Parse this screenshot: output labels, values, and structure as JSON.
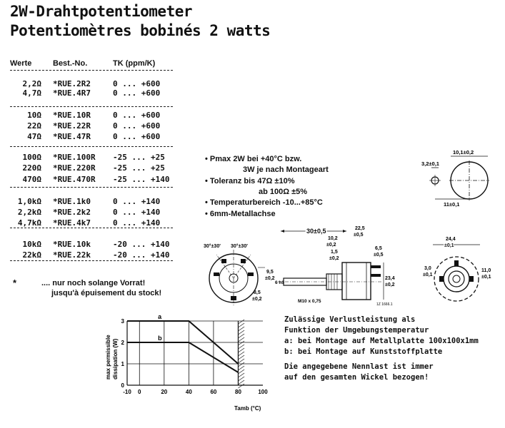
{
  "title": {
    "line1": "2W-Drahtpotentiometer",
    "line2": "Potentiomètres bobinés 2 watts"
  },
  "table": {
    "headers": {
      "value": "Werte",
      "order_no": "Best.-No.",
      "tk": "TK (ppm/K)"
    },
    "groups": [
      [
        {
          "value": "2,2Ω",
          "order_no": "*RUE.2R2",
          "tk": "0 ... +600"
        },
        {
          "value": "4,7Ω",
          "order_no": "*RUE.4R7",
          "tk": "0 ... +600"
        }
      ],
      [
        {
          "value": "10Ω",
          "order_no": "*RUE.10R",
          "tk": "0 ... +600"
        },
        {
          "value": "22Ω",
          "order_no": "*RUE.22R",
          "tk": "0 ... +600"
        },
        {
          "value": "47Ω",
          "order_no": "*RUE.47R",
          "tk": "0 ... +600"
        }
      ],
      [
        {
          "value": "100Ω",
          "order_no": "*RUE.100R",
          "tk": "-25 ... +25"
        },
        {
          "value": "220Ω",
          "order_no": "*RUE.220R",
          "tk": "-25 ... +25"
        },
        {
          "value": "470Ω",
          "order_no": "*RUE.470R",
          "tk": "-25 ... +140"
        }
      ],
      [
        {
          "value": "1,0kΩ",
          "order_no": "*RUE.1k0",
          "tk": "0 ... +140"
        },
        {
          "value": "2,2kΩ",
          "order_no": "*RUE.2k2",
          "tk": "0 ... +140"
        },
        {
          "value": "4,7kΩ",
          "order_no": "*RUE.4k7",
          "tk": "0 ... +140"
        }
      ],
      [
        {
          "value": "10kΩ",
          "order_no": "*RUE.10k",
          "tk": "-20 ... +140"
        },
        {
          "value": "22kΩ",
          "order_no": "*RUE.22k",
          "tk": "-20 ... +140"
        }
      ]
    ]
  },
  "stock_note": {
    "star": "*",
    "line1": ".... nur noch solange Vorrat!",
    "line2": "jusqu'à épuisement du stock!"
  },
  "specs": [
    "• Pmax 2W bei +40°C bzw.",
    "3W je nach Montageart",
    "• Toleranz bis 47Ω ±10%",
    "ab 100Ω ±5%",
    "• Temperaturbereich -10...+85°C",
    "• 6mm-Metallachse"
  ],
  "dimensions": {
    "d_3_2": "3,2±0,1",
    "d_10_1": "10,1±0,2",
    "d_11": "11±0,1",
    "a_30_left": "30°±30'",
    "a_30_right": "30°±30'",
    "d_9_5": "9,5",
    "d_9_5_tol": "±0,2",
    "d_8_5": "8,5",
    "d_8_5_tol": "±0,2",
    "d_30": "30±0,5",
    "d_22_5": "22,5",
    "d_22_5_tol": "±0,5",
    "d_10_2": "10,2",
    "d_10_2_tol": "±0,2",
    "d_1_5": "1,5",
    "d_1_5_tol": "±0,2",
    "d_6_5": "6,5",
    "d_6_5_tol": "±0,5",
    "d_6h9": "6 h9",
    "d_m10": "M10 x 0,75",
    "d_23_4": "23,4",
    "d_23_4_tol": "±0,2",
    "d_24_4": "24,4",
    "d_24_4_tol": "±0,1",
    "d_3_0": "3,0",
    "d_3_0_tol": "±0,1",
    "d_11_0": "11,0",
    "d_11_0_tol": "±0,1",
    "drawing_no": "1Z 1666.1"
  },
  "chart_data": {
    "type": "line",
    "x": [
      -10,
      0,
      20,
      40,
      60,
      80,
      100
    ],
    "series": [
      {
        "name": "a",
        "x": [
          -10,
          40,
          80
        ],
        "y": [
          3,
          3,
          1
        ]
      },
      {
        "name": "b",
        "x": [
          -10,
          40,
          80
        ],
        "y": [
          2,
          2,
          0.6
        ]
      }
    ],
    "xticks": [
      "-10",
      "0",
      "20",
      "40",
      "60",
      "80",
      "100"
    ],
    "yticks": [
      "0",
      "1",
      "2",
      "3"
    ],
    "xlim": [
      -10,
      100
    ],
    "ylim": [
      0,
      3
    ],
    "ylabel_line1": "max permissible",
    "ylabel_line2": "dissipation (W)",
    "xlabel": "Tamb (°C)",
    "hatched_region_x": [
      80,
      85
    ],
    "grid": true
  },
  "chart_desc": {
    "line1": "Zulässige Verlustleistung als",
    "line2": "Funktion der Umgebungstemperatur",
    "line3": "a: bei Montage auf Metallplatte 100x100x1mm",
    "line4": "b: bei Montage auf Kunststoffplatte",
    "line5": "Die angegebene Nennlast ist immer",
    "line6": "auf den gesamten Wickel bezogen!"
  }
}
